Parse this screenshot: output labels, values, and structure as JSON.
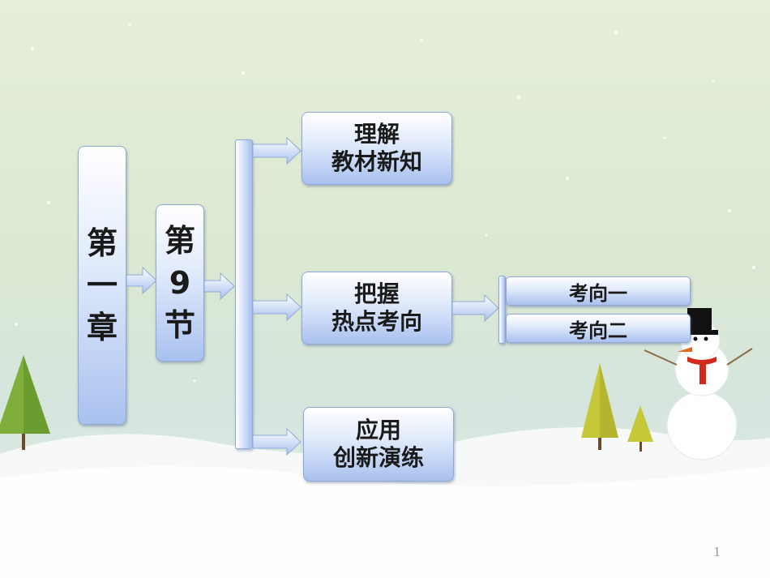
{
  "chapter": {
    "chars": [
      "第",
      "一",
      "章"
    ]
  },
  "section": {
    "chars": [
      "第",
      "9",
      "节"
    ]
  },
  "branches": [
    {
      "line1": "理解",
      "line2": "教材新知"
    },
    {
      "line1": "把握",
      "line2": "热点考向"
    },
    {
      "line1": "应用",
      "line2": "创新演练"
    }
  ],
  "sub_items": [
    "考向一",
    "考向二"
  ],
  "page_number": "1"
}
